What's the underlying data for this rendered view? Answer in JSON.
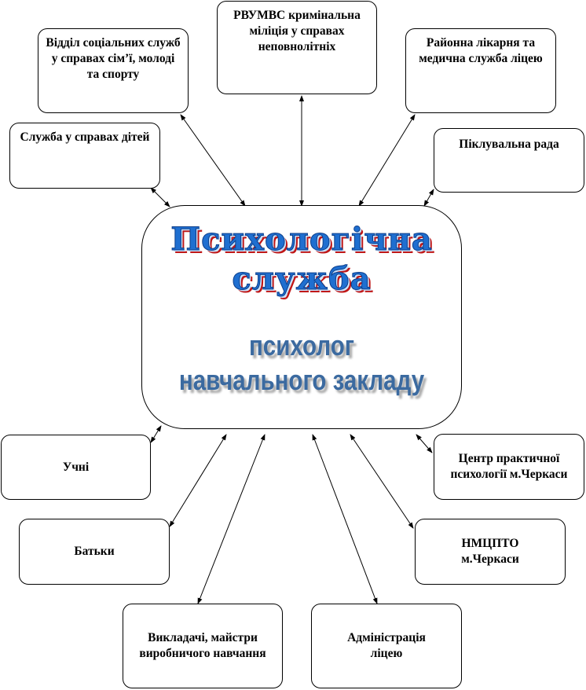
{
  "center": {
    "title_line1": "Психологічна",
    "title_line2": "служба",
    "subtitle_line1": "психолог",
    "subtitle_line2": "навчального закладу"
  },
  "nodes": {
    "social_services": "Відділ соціальних служб у справах сім’ї, молоді та спорту",
    "police": "РВУМВС кримінальна міліція у справах неповнолітніх",
    "hospital": "Районна лікарня та медична служба ліцею",
    "children_service": "Служба у справах дітей",
    "board": "Піклувальна рада",
    "students": "Учні",
    "practical_center": "Центр практичної психології м.Черкаси",
    "parents": "Батьки",
    "nmc": "НМЦПТО м.Черкаси",
    "teachers": "Викладачі, майстри виробничого навчання",
    "administration": "Адміністрація ліцею"
  },
  "colors": {
    "title": "#1f6fd0",
    "title_shadow": "#c01818",
    "subtitle": "#3b6aa0"
  }
}
